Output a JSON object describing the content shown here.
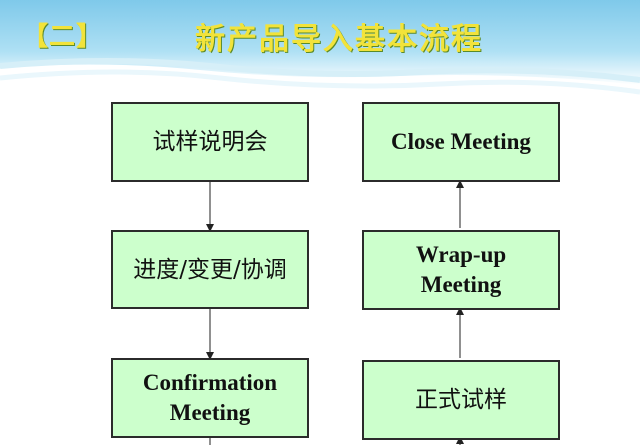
{
  "header": {
    "tag": "【二】",
    "title": "新产品导入基本流程"
  },
  "flow": {
    "left": [
      {
        "label": "试样说明会"
      },
      {
        "label": "进度/变更/协调"
      },
      {
        "label": "Confirmation Meeting"
      }
    ],
    "right": [
      {
        "label": "Close Meeting"
      },
      {
        "label": "Wrap-up Meeting"
      },
      {
        "label": "正式试样"
      }
    ]
  },
  "colors": {
    "box_fill": "#ccffcc",
    "header_band": "#8fd0ee",
    "header_text": "#f2e33a"
  }
}
